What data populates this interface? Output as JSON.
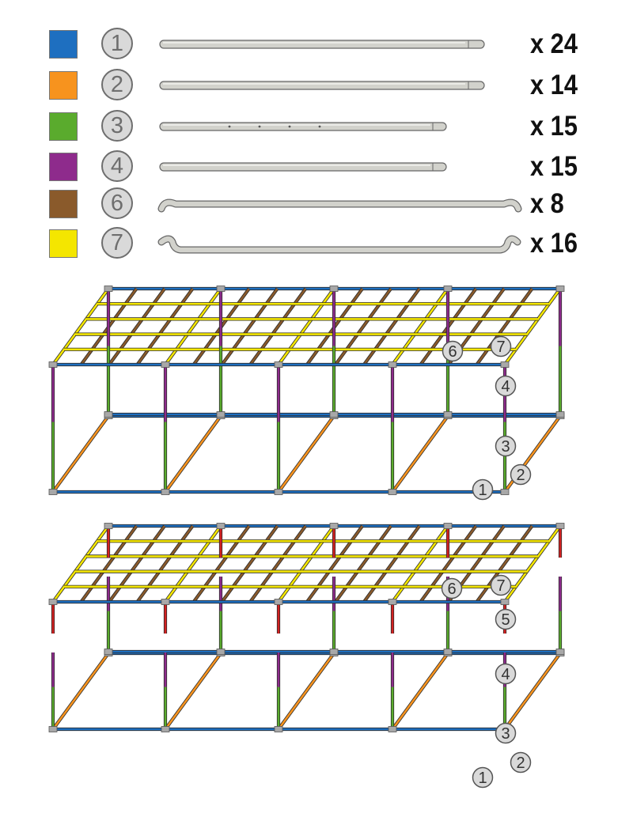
{
  "legend": [
    {
      "number": "1",
      "quantity": "x 24",
      "color": "#1e6fc0",
      "rod": "straight"
    },
    {
      "number": "2",
      "quantity": "x 14",
      "color": "#f7931e",
      "rod": "straight"
    },
    {
      "number": "3",
      "quantity": "x 15",
      "color": "#5aab2d",
      "rod": "holes"
    },
    {
      "number": "4",
      "quantity": "x 15",
      "color": "#8e2b8c",
      "rod": "short"
    },
    {
      "number": "6",
      "quantity": "x 8",
      "color": "#8a5a2b",
      "rod": "hook-small"
    },
    {
      "number": "7",
      "quantity": "x 16",
      "color": "#f4e600",
      "rod": "hook-big"
    }
  ],
  "diagram1": {
    "labels": [
      "6",
      "7",
      "4",
      "3",
      "1",
      "2"
    ]
  },
  "diagram2": {
    "labels": [
      "6",
      "7",
      "5",
      "4",
      "3",
      "1",
      "2"
    ]
  },
  "colors": {
    "pole1": "#1e6fc0",
    "pole2": "#f7931e",
    "pole3": "#5aab2d",
    "pole4": "#8e2b8c",
    "pole5": "#d32121",
    "pole6": "#8a5a2b",
    "pole7": "#f4e600",
    "connector": "#a8a8a8"
  }
}
